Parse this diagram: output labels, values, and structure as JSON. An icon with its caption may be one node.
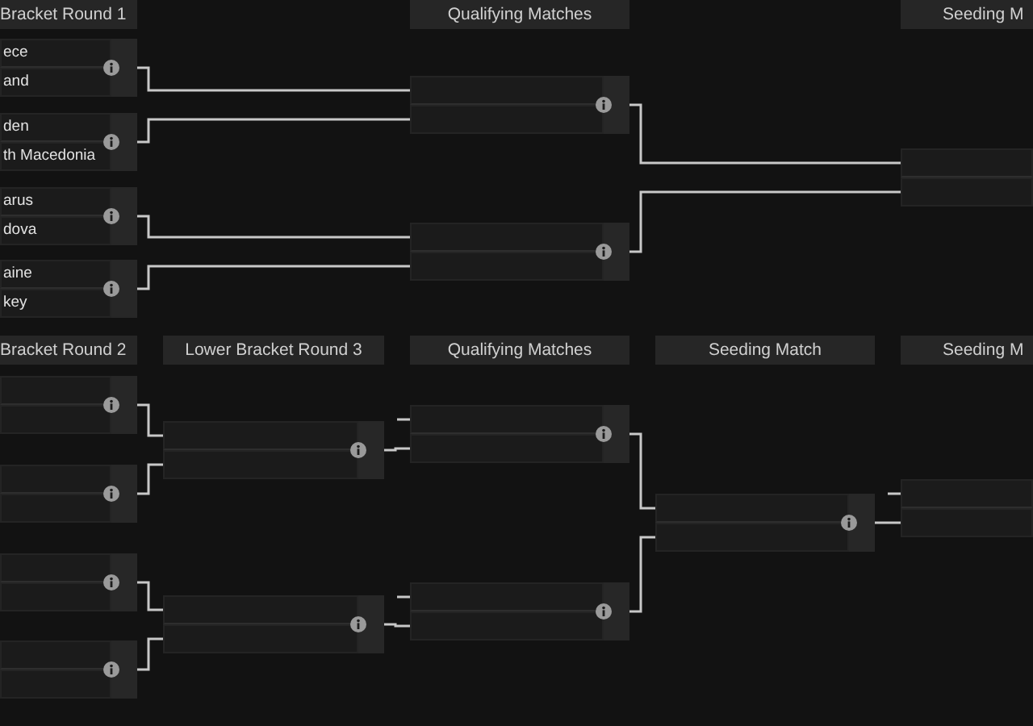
{
  "diagram": {
    "nodes": [
      {
        "text": [
          "Bracket Round 1"
        ]
      },
      {
        "text": [
          "Qualifying Matches"
        ]
      },
      {
        "text": [
          "Seeding M"
        ]
      },
      {
        "text": [
          "ece",
          "and"
        ]
      },
      {
        "text": [
          "den",
          "th Macedonia"
        ]
      },
      {
        "text": [
          "arus",
          "dova"
        ]
      },
      {
        "text": [
          "aine",
          "key"
        ]
      },
      {
        "text": [],
        "shape": "box"
      },
      {
        "text": [],
        "shape": "box"
      },
      {
        "text": [],
        "shape": "box"
      },
      {
        "text": [
          "Bracket Round 2"
        ]
      },
      {
        "text": [
          "Lower Bracket Round 3"
        ]
      },
      {
        "text": [
          "Qualifying Matches"
        ]
      },
      {
        "text": [
          "Seeding Match"
        ]
      },
      {
        "text": [
          "Seeding M"
        ]
      },
      {
        "text": [],
        "shape": "box"
      },
      {
        "text": [],
        "shape": "box"
      },
      {
        "text": [],
        "shape": "box"
      },
      {
        "text": [],
        "shape": "box"
      },
      {
        "text": [],
        "shape": "box"
      },
      {
        "text": [],
        "shape": "box"
      },
      {
        "text": [],
        "shape": "box"
      },
      {
        "text": [],
        "shape": "box"
      },
      {
        "text": [],
        "shape": "box"
      },
      {
        "text": [],
        "shape": "box"
      }
    ],
    "edges": [
      {
        "from": 3,
        "to": 7,
        "arrow": "none"
      },
      {
        "from": 4,
        "to": 7,
        "arrow": "none"
      },
      {
        "from": 5,
        "to": 8,
        "arrow": "none"
      },
      {
        "from": 6,
        "to": 8,
        "arrow": "none"
      },
      {
        "from": 7,
        "to": 9,
        "arrow": "none"
      },
      {
        "from": 8,
        "to": 9,
        "arrow": "none"
      },
      {
        "from": 15,
        "to": 19,
        "arrow": "none"
      },
      {
        "from": 16,
        "to": 19,
        "arrow": "none"
      },
      {
        "from": 17,
        "to": 20,
        "arrow": "none"
      },
      {
        "from": 18,
        "to": 20,
        "arrow": "none"
      },
      {
        "from": null,
        "to": 21,
        "arrow": "none"
      },
      {
        "from": 19,
        "to": 21,
        "arrow": "none"
      },
      {
        "from": null,
        "to": 22,
        "arrow": "none"
      },
      {
        "from": 20,
        "to": 22,
        "arrow": "none"
      },
      {
        "from": 21,
        "to": 23,
        "arrow": "none"
      },
      {
        "from": 22,
        "to": 23,
        "arrow": "none"
      },
      {
        "from": null,
        "to": 24,
        "arrow": "none"
      },
      {
        "from": 23,
        "to": 24,
        "arrow": "none"
      }
    ]
  }
}
